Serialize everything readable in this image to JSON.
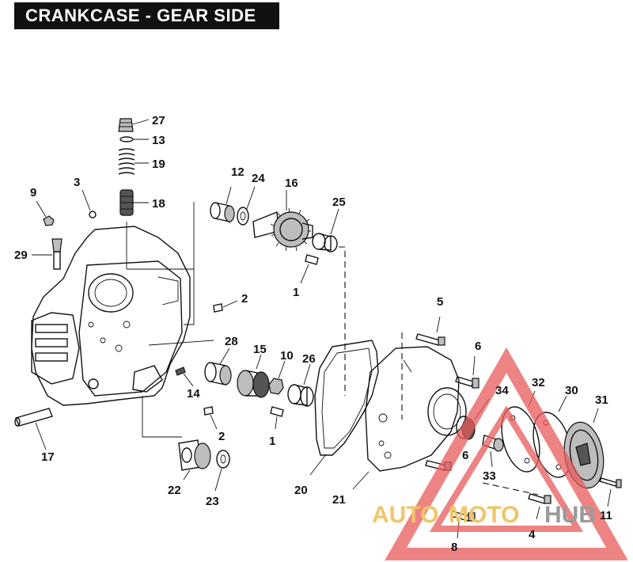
{
  "title": "CRANKCASE - GEAR SIDE",
  "watermark": {
    "part1": "AUTO",
    "part2": "MOTO",
    "part3": "HUB",
    "color_red": "#e85a5a",
    "color_gold": "#f2c46a",
    "color_gray": "#9a9a9a"
  },
  "callouts": {
    "c27": "27",
    "c13": "13",
    "c19": "19",
    "c18": "18",
    "c9": "9",
    "c3": "3",
    "c29": "29",
    "c12": "12",
    "c24": "24",
    "c16": "16",
    "c25": "25",
    "c1a": "1",
    "c2a": "2",
    "c5": "5",
    "c28": "28",
    "c15": "15",
    "c10": "10",
    "c26": "26",
    "c14": "14",
    "c6a": "6",
    "c2b": "2",
    "c1b": "1",
    "c17": "17",
    "c34": "34",
    "c32": "32",
    "c30": "30",
    "c31": "31",
    "c6b": "6",
    "c22": "22",
    "c23": "23",
    "c20": "20",
    "c21": "21",
    "c33": "33",
    "c8": "8",
    "c4": "4",
    "c11": "11"
  }
}
